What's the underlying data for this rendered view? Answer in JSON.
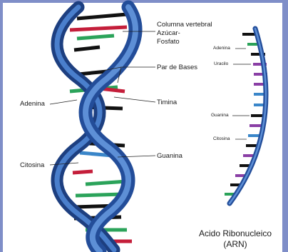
{
  "dna": {
    "labels": {
      "columna": "Columna vertebral",
      "azucar": "Azúcar-",
      "fosfato": "Fosfato",
      "par_bases": "Par de Bases",
      "adenina": "Adenina",
      "timina": "Timina",
      "citosina": "Citosina",
      "guanina": "Guanina"
    }
  },
  "rna": {
    "labels": {
      "adenina": "Adenina",
      "uracilo": "Uracilo",
      "guanina": "Guanina",
      "citosina": "Citosina"
    },
    "title_line1": "Acido Ribonucleico",
    "title_line2": "(ARN)"
  },
  "colors": {
    "backbone": "#2f63b5",
    "backbone_dark": "#1d3f80",
    "backbone_light": "#5d8fd6",
    "adenine": "#c41e3a",
    "thymine": "#2ba35a",
    "guanine": "#111111",
    "cytosine": "#3a86c9",
    "uracil": "#8a3fa5",
    "frame": "#7f8ec8"
  }
}
